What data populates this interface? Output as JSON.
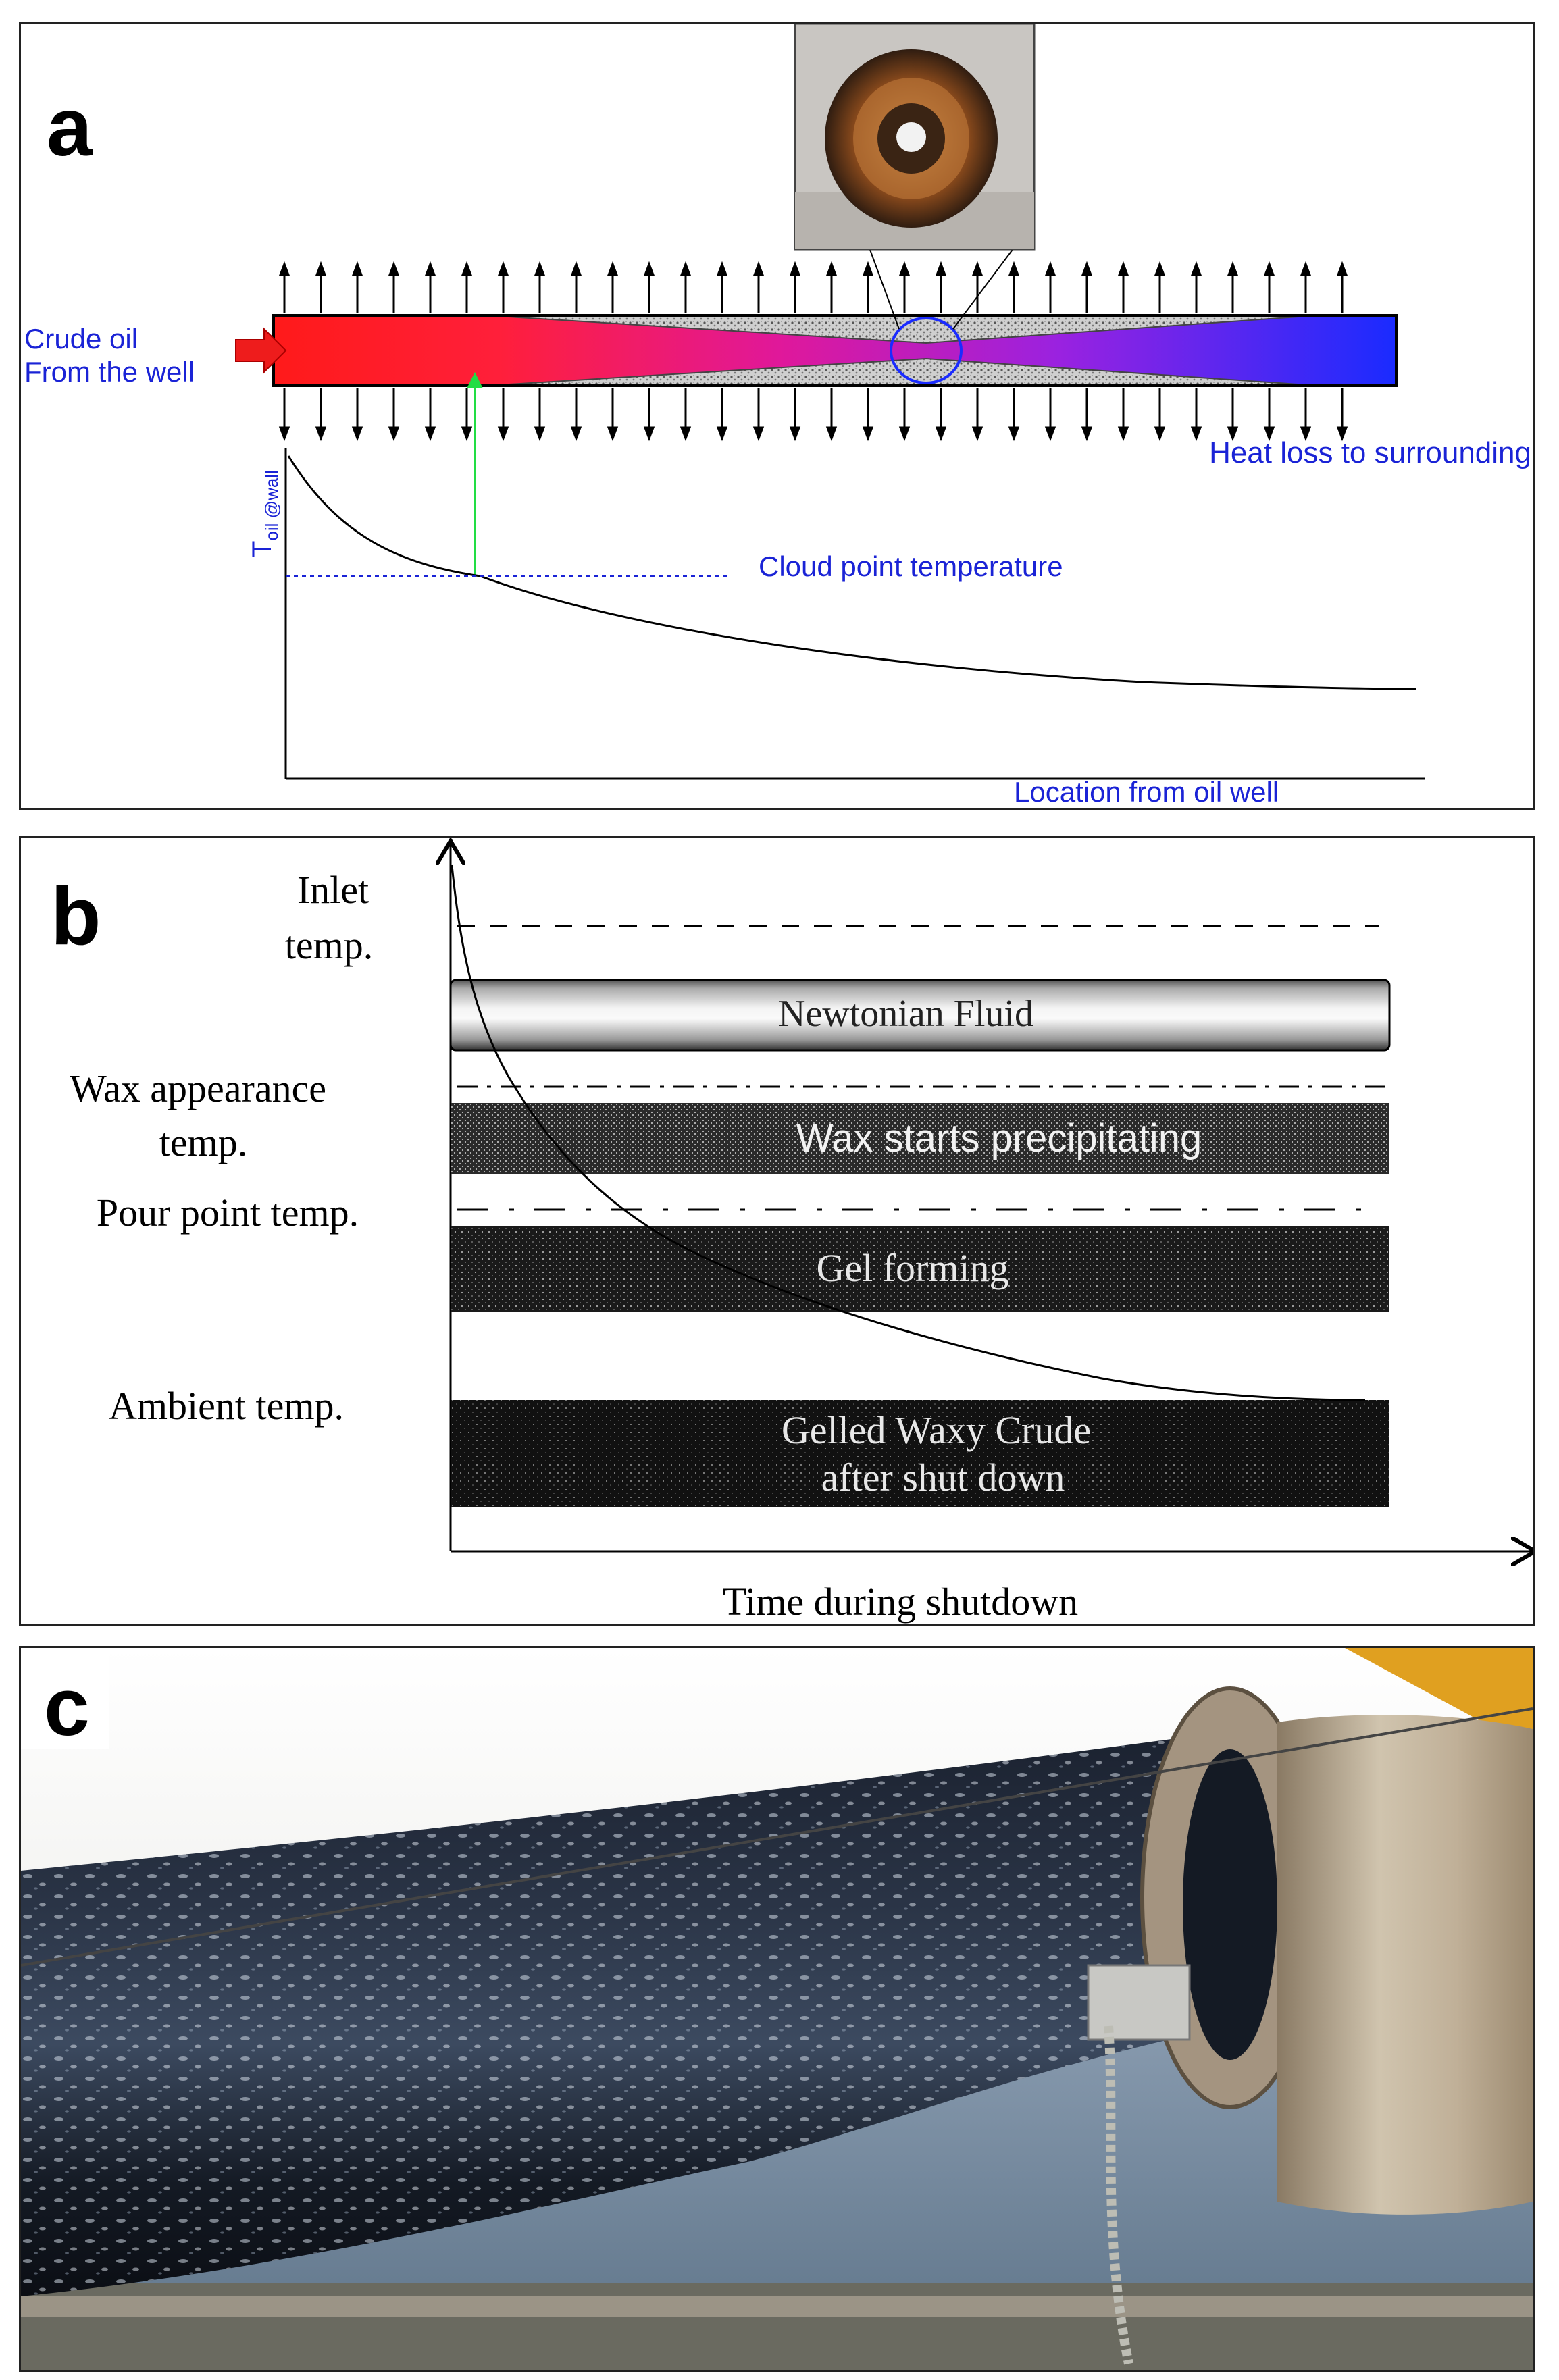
{
  "panel_a": {
    "letter": "a",
    "inlet_label_line1": "Crude oil",
    "inlet_label_line2": "From the well",
    "heat_loss_label": "Heat loss to surrounding",
    "y_axis_label_main": "T",
    "y_axis_label_sub": "oil @wall",
    "cloud_point_label": "Cloud point temperature",
    "x_axis_label": "Location from oil well",
    "colors": {
      "hot": "#ff1a1a",
      "mid": "#e0189a",
      "cold": "#1a2bff",
      "label_blue": "#1a23d6",
      "marker_green": "#22dd44"
    }
  },
  "panel_b": {
    "letter": "b",
    "temps": [
      {
        "line1": "Inlet",
        "line2": "temp."
      },
      {
        "line1": "Wax appearance",
        "line2": "temp."
      },
      {
        "line1": "Pour point temp.",
        "line2": ""
      },
      {
        "line1": "Ambient temp.",
        "line2": ""
      }
    ],
    "bands": [
      {
        "line1": "Newtonian Fluid",
        "line2": ""
      },
      {
        "line1": "Wax starts precipitating",
        "line2": ""
      },
      {
        "line1": "Gel forming",
        "line2": ""
      },
      {
        "line1": "Gelled Waxy Crude",
        "line2": "after shut down"
      }
    ],
    "x_axis_label": "Time during shutdown"
  },
  "panel_c": {
    "letter": "c"
  }
}
